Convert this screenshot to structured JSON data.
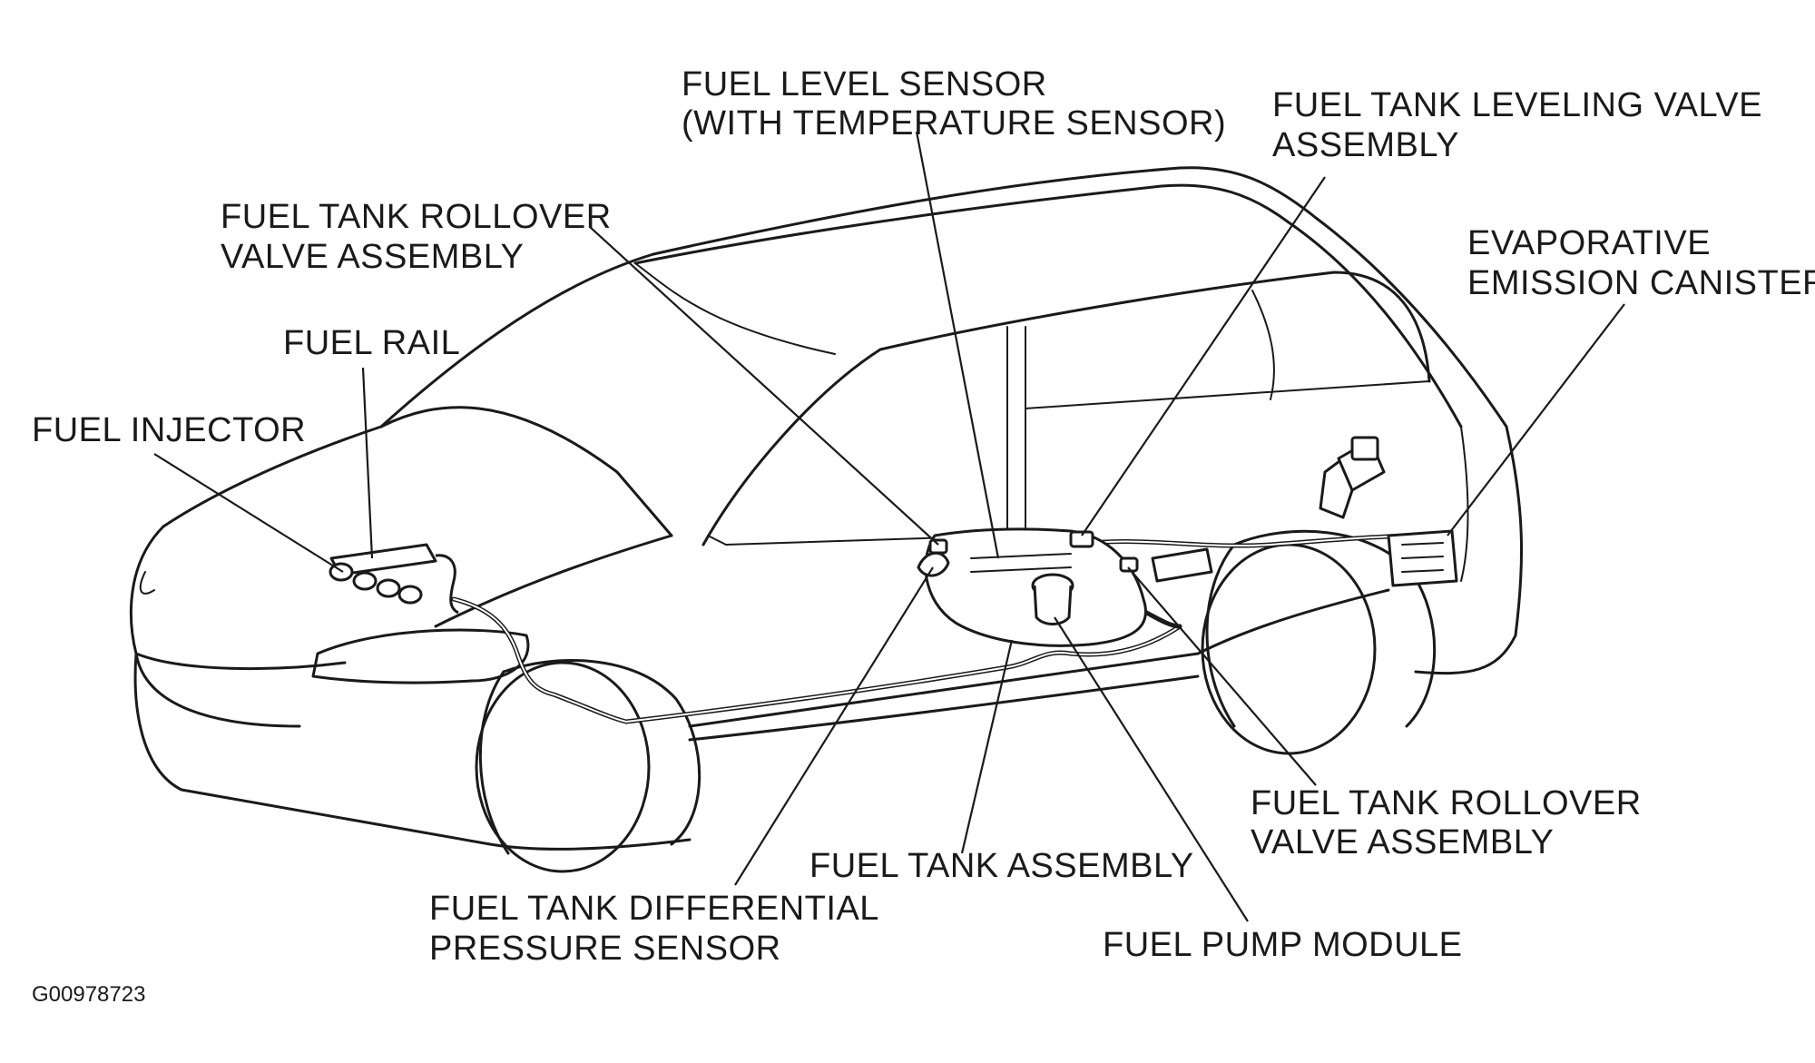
{
  "labels": {
    "fuel_level_sensor": "FUEL LEVEL SENSOR",
    "fuel_level_sensor_2": "(WITH TEMPERATURE SENSOR)",
    "leveling_valve": "FUEL TANK LEVELING VALVE",
    "leveling_valve_2": "ASSEMBLY",
    "rollover_top": "FUEL TANK ROLLOVER",
    "rollover_top_2": "VALVE ASSEMBLY",
    "evap_canister": "EVAPORATIVE",
    "evap_canister_2": "EMISSION CANISTER",
    "fuel_rail": "FUEL RAIL",
    "fuel_injector": "FUEL INJECTOR",
    "rollover_bottom": "FUEL TANK ROLLOVER",
    "rollover_bottom_2": "VALVE ASSEMBLY",
    "fuel_tank_assembly": "FUEL TANK ASSEMBLY",
    "diff_pressure_sensor": "FUEL TANK DIFFERENTIAL",
    "diff_pressure_sensor_2": "PRESSURE SENSOR",
    "fuel_pump_module": "FUEL PUMP MODULE"
  },
  "figure_id": "G00978723"
}
